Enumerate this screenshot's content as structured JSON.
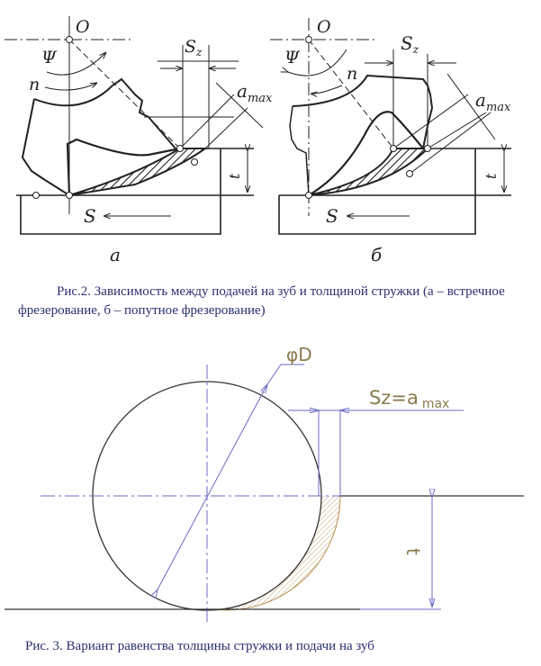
{
  "figure2": {
    "labels": {
      "O": "O",
      "psi": "Ψ",
      "n": "n",
      "sz": "S",
      "sz_sub": "z",
      "amax": "a",
      "amax_sub": "max",
      "t": "t",
      "s": "S"
    },
    "sub_a": "a",
    "sub_b": "б",
    "caption_line1": "Рис.2. Зависимость между подачей на зуб и толщиной стружки (а – встречное",
    "caption_line2": "фрезерование, б – попутное фрезерование)"
  },
  "figure3": {
    "labels": {
      "diameter": "φD",
      "sz_eq": "Sz=a",
      "sz_eq_sub": "max",
      "t": "t"
    },
    "caption": "Рис. 3. Вариант равенства толщины стружки и подачи на зуб",
    "colors": {
      "lines": "#6b6bc4",
      "text": "#8b7a4e",
      "hatch": "#b58a4a"
    }
  }
}
